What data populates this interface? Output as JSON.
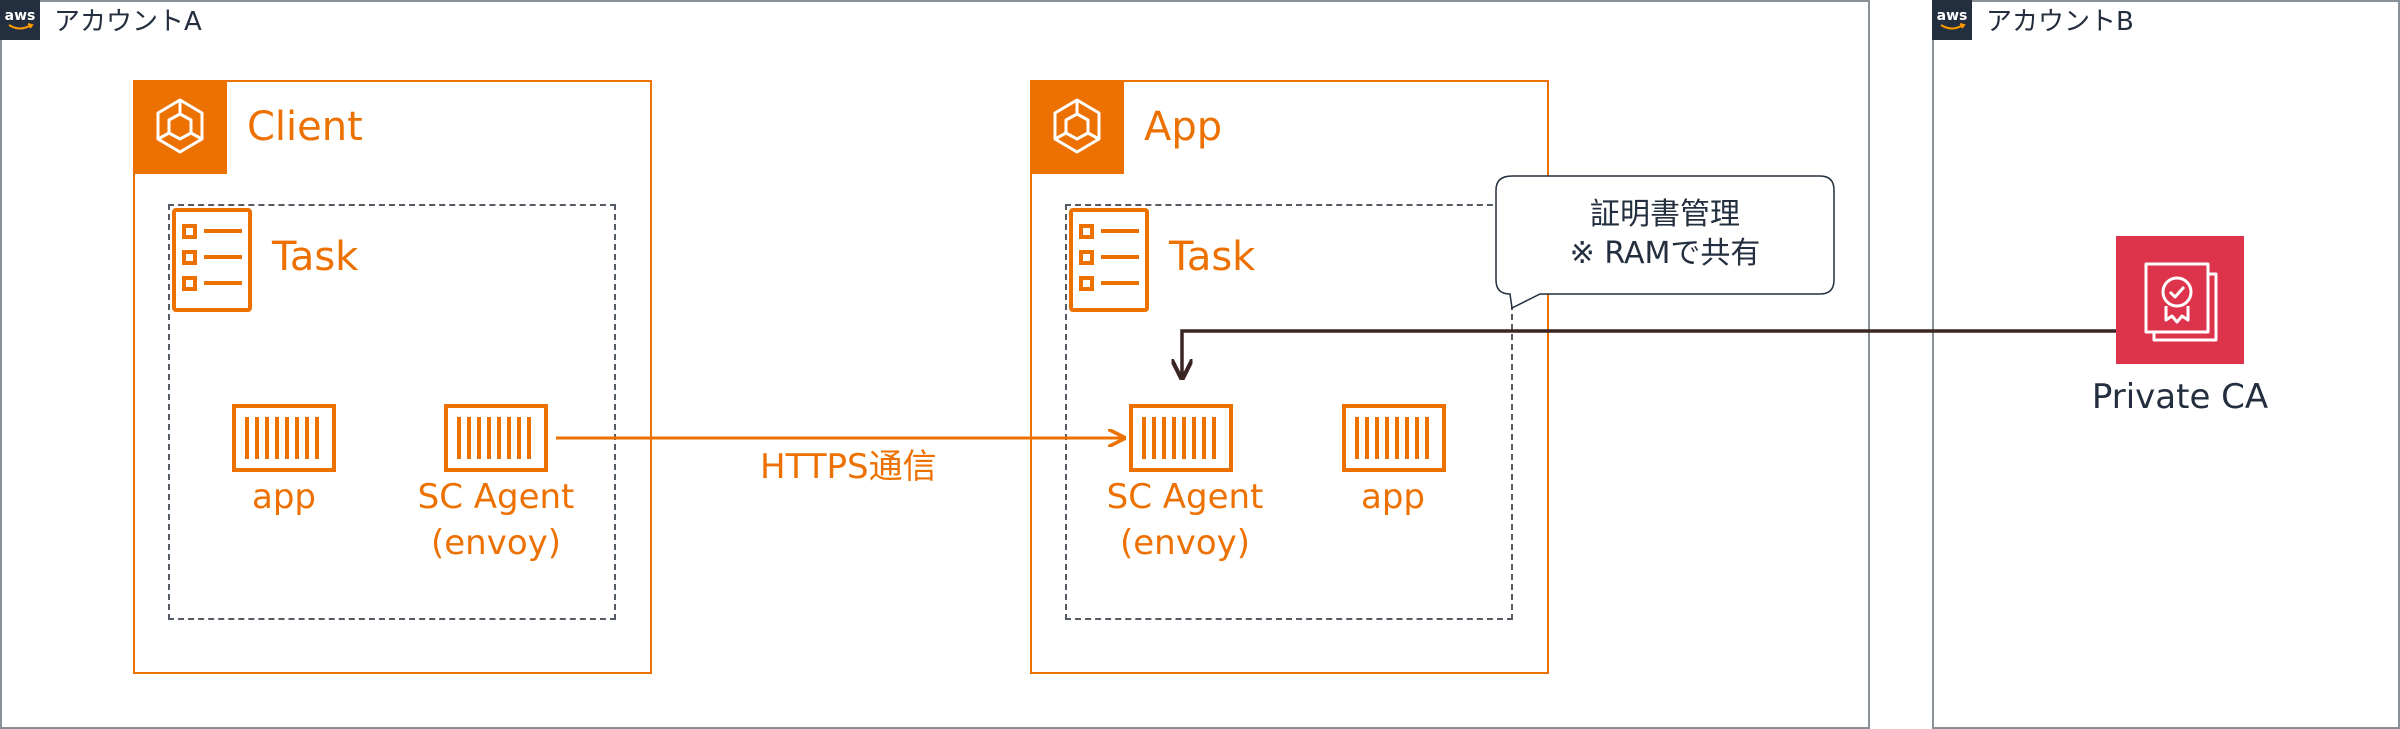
{
  "accounts": {
    "a": {
      "label": "アカウントA"
    },
    "b": {
      "label": "アカウントB"
    }
  },
  "aws_logo_text": "aws",
  "services": {
    "client": {
      "label": "Client",
      "task_label": "Task",
      "containers": [
        {
          "label": "app"
        },
        {
          "label": "SC Agent\n(envoy)"
        }
      ]
    },
    "app": {
      "label": "App",
      "task_label": "Task",
      "containers": [
        {
          "label": "SC Agent\n(envoy)"
        },
        {
          "label": "app"
        }
      ]
    }
  },
  "connection": {
    "label": "HTTPS通信"
  },
  "callout": {
    "line1": "証明書管理",
    "line2": "※ RAMで共有"
  },
  "private_ca": {
    "label": "Private CA"
  },
  "icons": {
    "aws_badge": "aws-logo-icon",
    "service": "ecs-service-icon",
    "task": "ecs-task-icon",
    "container": "container-icon",
    "private_ca": "certificate-authority-icon"
  },
  "colors": {
    "ecs_orange": "#ed7100",
    "account_border": "#879196",
    "aws_dark": "#232f3e",
    "security_red": "#dd344c",
    "task_border": "#545b64",
    "arrow_dark": "#3b2522"
  }
}
